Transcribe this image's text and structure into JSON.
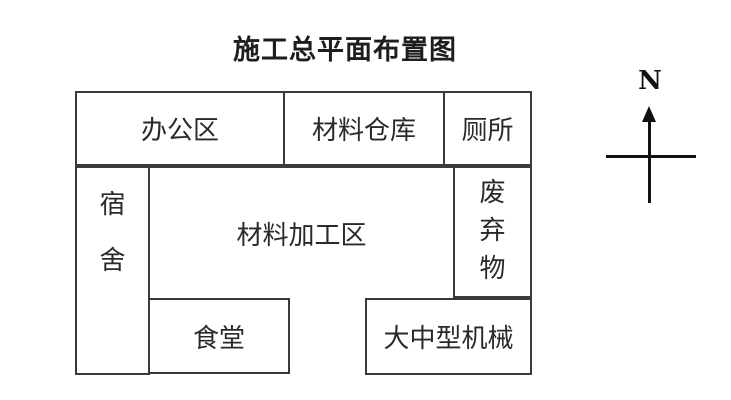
{
  "title": "施工总平面布置图",
  "compass": {
    "north_label": "N"
  },
  "areas": {
    "office": {
      "label": "办公区"
    },
    "warehouse": {
      "label": "材料仓库"
    },
    "toilet": {
      "label": "厕所"
    },
    "dormitory": {
      "label": "宿舍",
      "orientation": "vertical"
    },
    "processing": {
      "label": "材料加工区"
    },
    "waste": {
      "label": "废弃物",
      "orientation": "vertical"
    },
    "canteen": {
      "label": "食堂"
    },
    "machinery": {
      "label": "大中型机械"
    }
  },
  "colors": {
    "background": "#ffffff",
    "line": "#3a3a3a",
    "text": "#2a2a2a",
    "compass": "#111111"
  }
}
